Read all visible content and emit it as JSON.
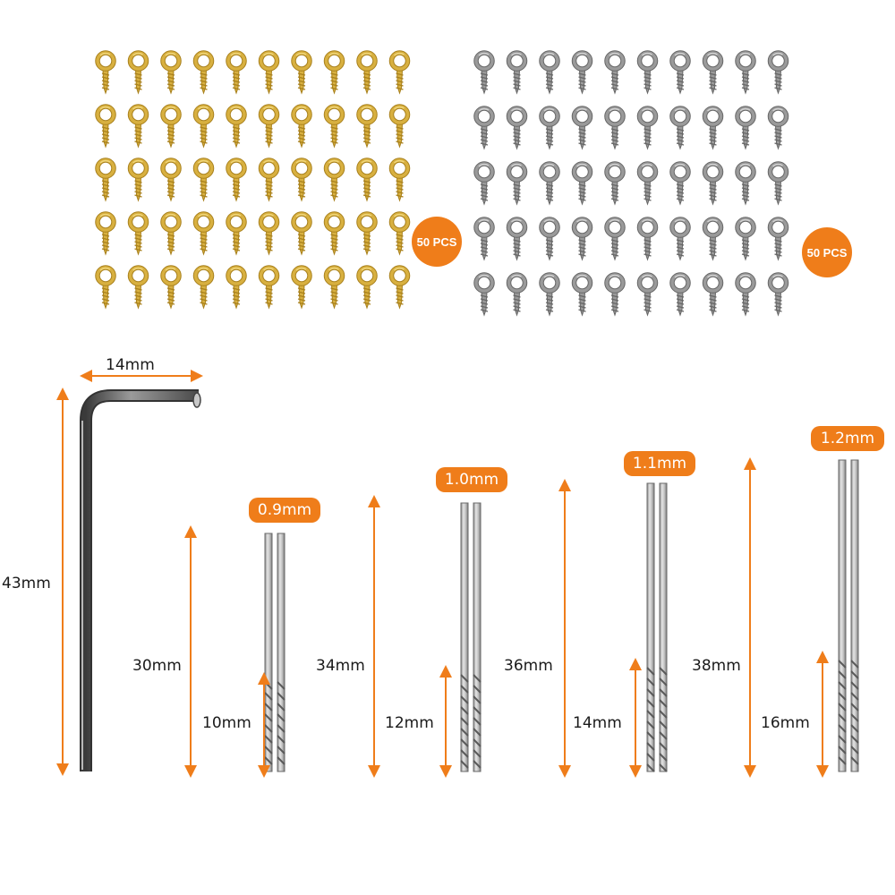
{
  "gold_group": {
    "count_label": "50 PCS",
    "color_main": "#d8b040",
    "color_dark": "#a8801c",
    "color_light": "#f0d67a"
  },
  "silver_group": {
    "count_label": "50 PCS",
    "color_main": "#9a9a9a",
    "color_dark": "#666666",
    "color_light": "#d2d2d2"
  },
  "accent_color": "#ef7d1a",
  "hex_key": {
    "width_label": "14mm",
    "height_label": "43mm"
  },
  "drill_bits": [
    {
      "size_label": "0.9mm",
      "length_label": "30mm",
      "flute_label": "10mm"
    },
    {
      "size_label": "1.0mm",
      "length_label": "34mm",
      "flute_label": "12mm"
    },
    {
      "size_label": "1.1mm",
      "length_label": "36mm",
      "flute_label": "14mm"
    },
    {
      "size_label": "1.2mm",
      "length_label": "38mm",
      "flute_label": "16mm"
    }
  ]
}
